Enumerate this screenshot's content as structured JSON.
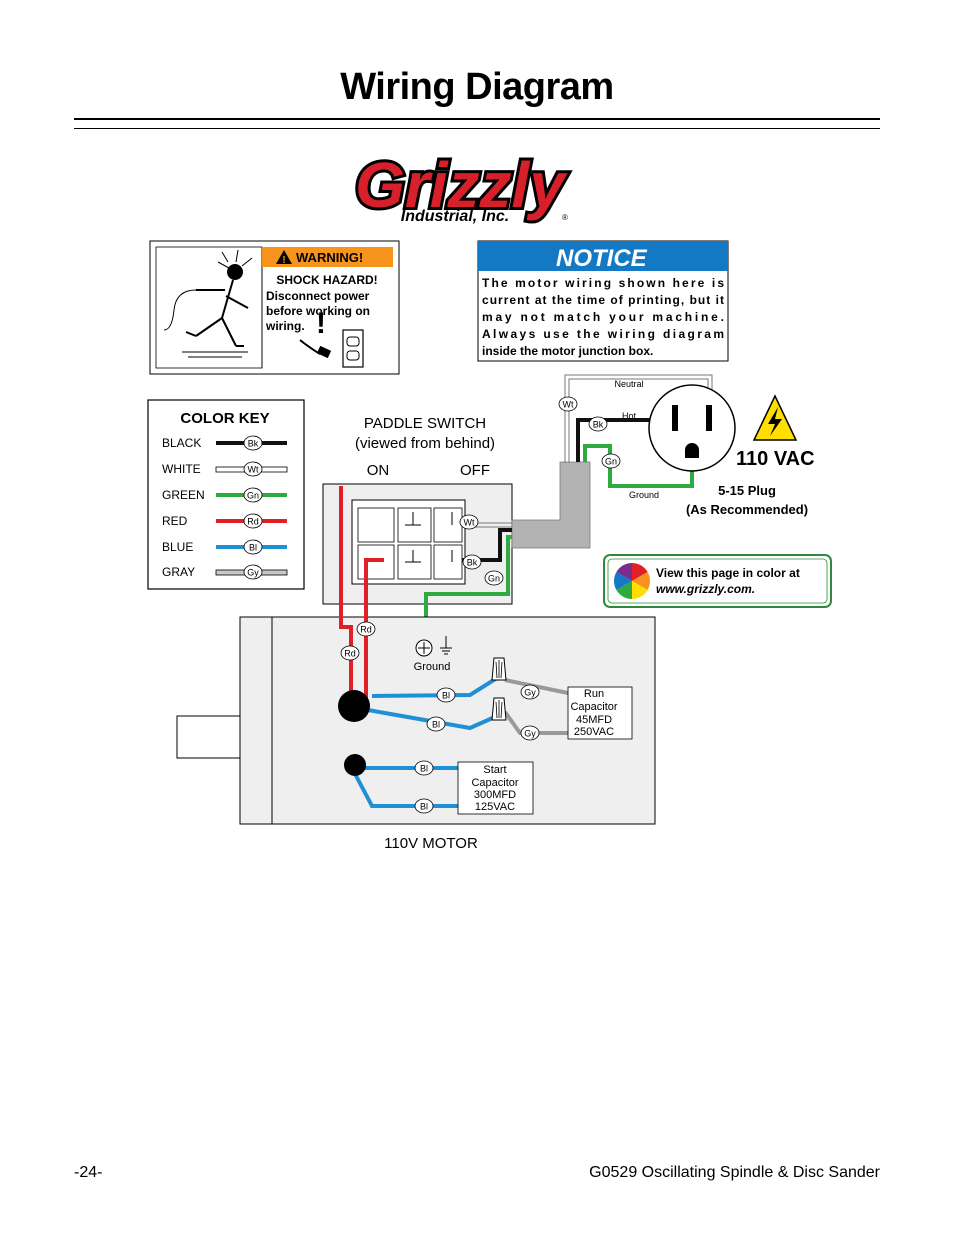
{
  "page_title": "Wiring Diagram",
  "logo": {
    "name": "Grizzly",
    "subtitle": "Industrial, Inc.",
    "registered": "®"
  },
  "warning": {
    "header": "WARNING!",
    "lines": [
      "SHOCK HAZARD!",
      "Disconnect power",
      "before working on",
      "wiring."
    ]
  },
  "notice": {
    "header": "NOTICE",
    "lines": [
      "The motor wiring shown here is",
      "current at the time of printing, but it",
      "may not match your machine.",
      "Always use the wiring diagram",
      "inside the motor junction box."
    ]
  },
  "color_key": {
    "title": "COLOR KEY",
    "items": [
      {
        "name": "BLACK",
        "abbr": "Bk",
        "color": "#111111"
      },
      {
        "name": "WHITE",
        "abbr": "Wt",
        "color": "#ffffff"
      },
      {
        "name": "GREEN",
        "abbr": "Gn",
        "color": "#2eaa3e"
      },
      {
        "name": "RED",
        "abbr": "Rd",
        "color": "#e02027"
      },
      {
        "name": "BLUE",
        "abbr": "Bl",
        "color": "#1f8fd6"
      },
      {
        "name": "GRAY",
        "abbr": "Gy",
        "color": "#b9b9b9"
      }
    ]
  },
  "paddle_switch": {
    "title": "PADDLE SWITCH",
    "subtitle": "(viewed from behind)",
    "on": "ON",
    "off": "OFF"
  },
  "power": {
    "voltage": "110 VAC",
    "plug_line1": "5-15 Plug",
    "plug_line2": "(As Recommended)",
    "neutral": "Neutral",
    "hot": "Hot",
    "ground": "Ground"
  },
  "color_note": {
    "line1": "View this page in color at",
    "line2": "www.grizzly.com."
  },
  "motor": {
    "label": "110V MOTOR",
    "ground": "Ground",
    "run_cap": [
      "Run",
      "Capacitor",
      "45MFD",
      "250VAC"
    ],
    "start_cap": [
      "Start",
      "Capacitor",
      "300MFD",
      "125VAC"
    ]
  },
  "wire_tags": {
    "wt": "Wt",
    "bk": "Bk",
    "gn": "Gn",
    "rd": "Rd",
    "bl": "Bl",
    "gy": "Gy"
  },
  "footer": {
    "page_number": "-24-",
    "product": "G0529 Oscillating Spindle & Disc Sander"
  }
}
